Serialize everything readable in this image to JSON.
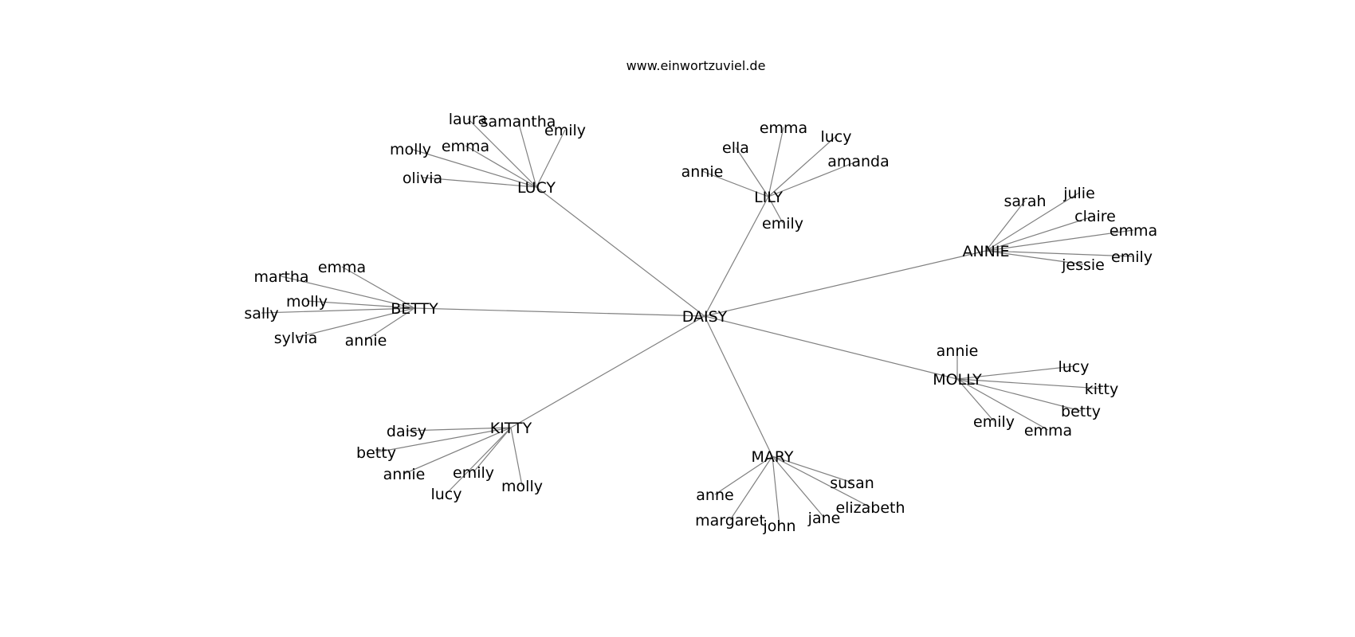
{
  "title": "www.einwortzuviel.de",
  "root": "DAISY",
  "hubs": [
    {
      "name": "LUCY",
      "children": [
        "laura",
        "samantha",
        "emily",
        "molly",
        "emma",
        "olivia"
      ]
    },
    {
      "name": "LILY",
      "children": [
        "emma",
        "ella",
        "lucy",
        "amanda",
        "annie",
        "emily"
      ]
    },
    {
      "name": "ANNIE",
      "children": [
        "sarah",
        "julie",
        "claire",
        "emma",
        "emily",
        "jessie"
      ]
    },
    {
      "name": "BETTY",
      "children": [
        "emma",
        "martha",
        "molly",
        "sally",
        "sylvia",
        "annie"
      ]
    },
    {
      "name": "MOLLY",
      "children": [
        "annie",
        "lucy",
        "kitty",
        "betty",
        "emily",
        "emma"
      ]
    },
    {
      "name": "KITTY",
      "children": [
        "daisy",
        "betty",
        "annie",
        "emily",
        "lucy",
        "molly"
      ]
    },
    {
      "name": "MARY",
      "children": [
        "susan",
        "anne",
        "elizabeth",
        "jane",
        "margaret",
        "john"
      ]
    }
  ],
  "colors": {
    "edge": "#808080",
    "text": "#000000",
    "background": "#ffffff"
  }
}
